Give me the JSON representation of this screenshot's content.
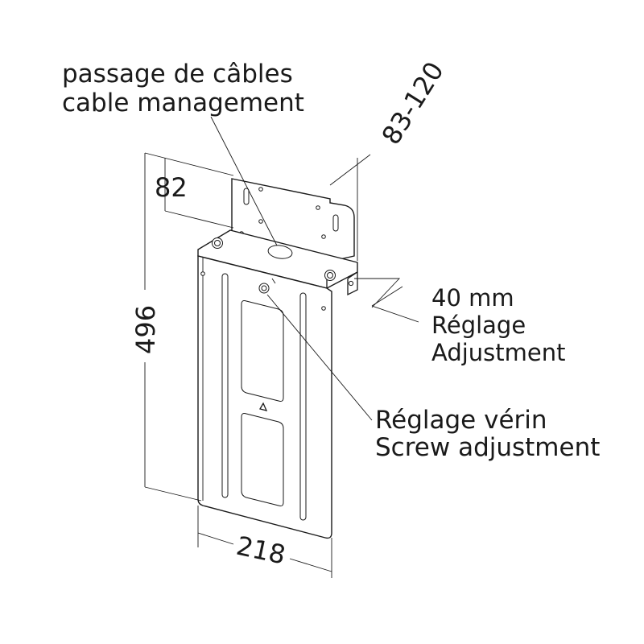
{
  "labels": {
    "cable_fr": "passage de câbles",
    "cable_en": "cable management",
    "adj_mm": "40 mm",
    "adj_fr": "Réglage",
    "adj_en": "Adjustment",
    "screw_fr": "Réglage vérin",
    "screw_en": "Screw adjustment"
  },
  "dimensions": {
    "top_offset": "82",
    "depth_range": "83-120",
    "height": "496",
    "width": "218"
  },
  "icons": {
    "arrow": "up-triangle-icon"
  }
}
